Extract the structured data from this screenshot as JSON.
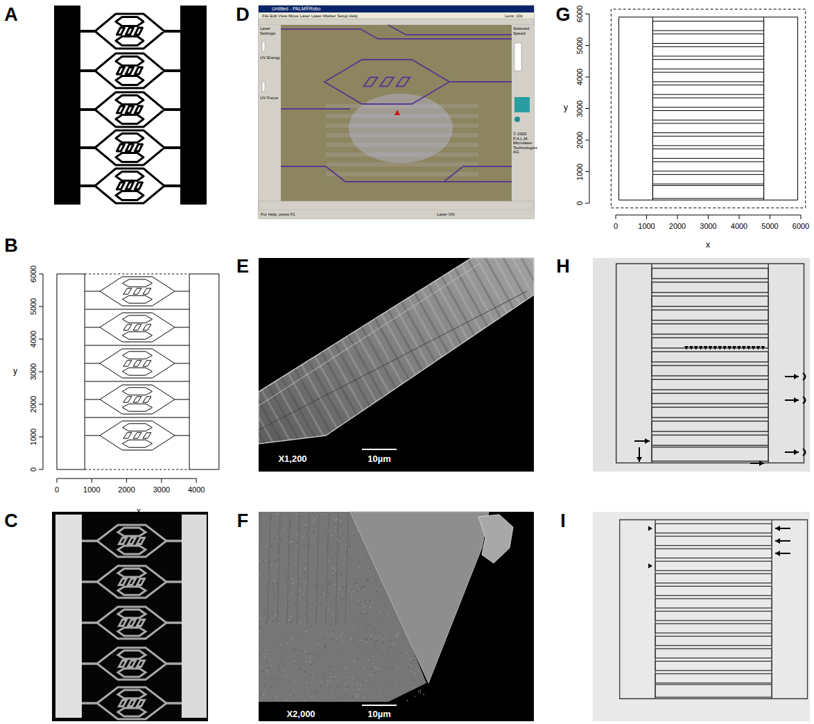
{
  "diagram": {
    "labels": [
      "A",
      "D",
      "G",
      "Untitled - PALM®Robo",
      "File Edit View Move Laser Laser-Marker Setup Help",
      "Laser Settings:",
      "UV Energy",
      "UV Focus",
      "Selected Speed:",
      "Lens: 10x",
      "© 2003 P.A.L.M. Microlaser Technologies AG",
      "For Help, press F1",
      "Laser ON",
      "0",
      "1000",
      "2000",
      "3000",
      "4000",
      "5000",
      "6000",
      "y",
      "0",
      "1000",
      "2000",
      "3000",
      "4000",
      "5000",
      "6000",
      "x",
      "B",
      "E",
      "H",
      "0",
      "1000",
      "2000",
      "3000",
      "4000",
      "5000",
      "6000",
      "y",
      "0",
      "1000",
      "2000",
      "3000",
      "4000",
      "x",
      "X1,200",
      "10µm",
      "C",
      "F",
      "I",
      "X2,000",
      "10µm"
    ]
  }
}
